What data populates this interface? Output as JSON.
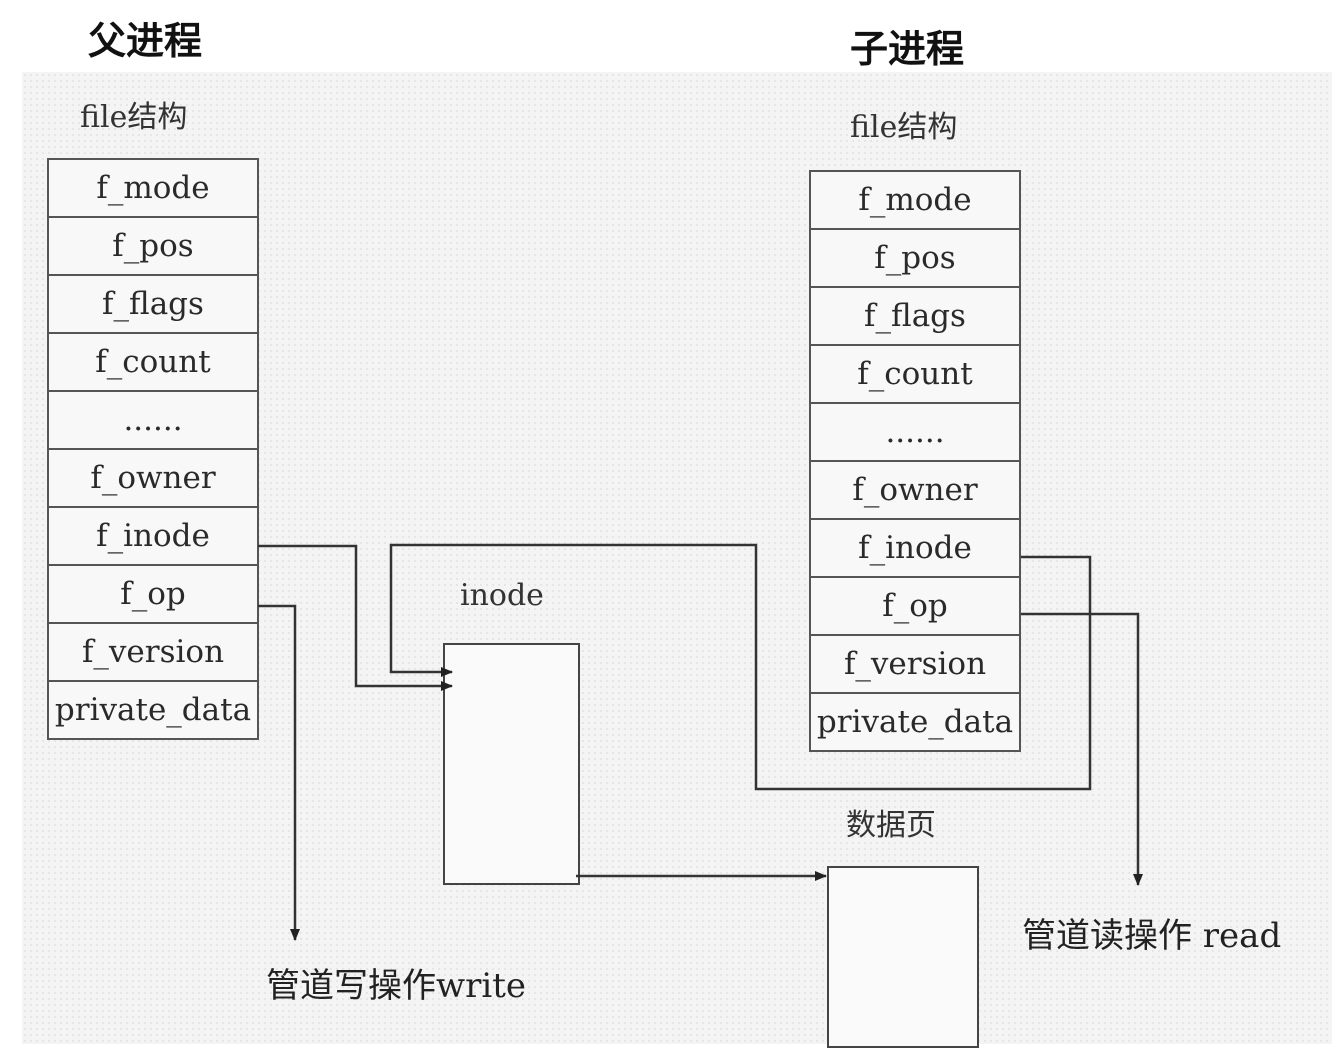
{
  "parent": {
    "title": "父进程",
    "struct_caption": "file结构",
    "fields": [
      "f_mode",
      "f_pos",
      "f_flags",
      "f_count",
      "......",
      "f_owner",
      "f_inode",
      "f_op",
      "f_version",
      "private_data"
    ]
  },
  "child": {
    "title": "子进程",
    "struct_caption": "file结构",
    "fields": [
      "f_mode",
      "f_pos",
      "f_flags",
      "f_count",
      "......",
      "f_owner",
      "f_inode",
      "f_op",
      "f_version",
      "private_data"
    ]
  },
  "inode": {
    "label": "inode"
  },
  "data_page": {
    "label": "数据页"
  },
  "operations": {
    "write": "管道写操作write",
    "read": "管道读操作 read"
  }
}
